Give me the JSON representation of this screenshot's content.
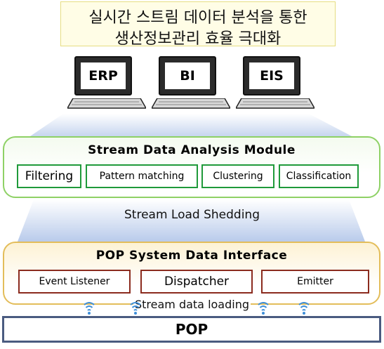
{
  "header": {
    "line1": "실시간 스트림 데이터 분석을 통한",
    "line2": "생산정보관리 효율 극대화"
  },
  "systems": [
    {
      "label": "ERP",
      "icon": "computer-icon"
    },
    {
      "label": "BI",
      "icon": "computer-icon"
    },
    {
      "label": "EIS",
      "icon": "computer-icon"
    }
  ],
  "analysis_module": {
    "title": "Stream Data Analysis Module",
    "components": [
      "Filtering",
      "Pattern matching",
      "Clustering",
      "Classification"
    ],
    "border_color": "#1f9a3a"
  },
  "load_shedding": "Stream Load Shedding",
  "interface": {
    "title": "POP System Data Interface",
    "components": [
      "Event Listener",
      "Dispatcher",
      "Emitter"
    ],
    "border_color": "#8b2b1e"
  },
  "data_loading": "Stream data loading",
  "pop": "POP",
  "colors": {
    "module_outline": "#8ed165",
    "interface_outline": "#e3bd5a",
    "flow_fan": "#c6d5ee",
    "wifi": "#3d8ed8"
  }
}
